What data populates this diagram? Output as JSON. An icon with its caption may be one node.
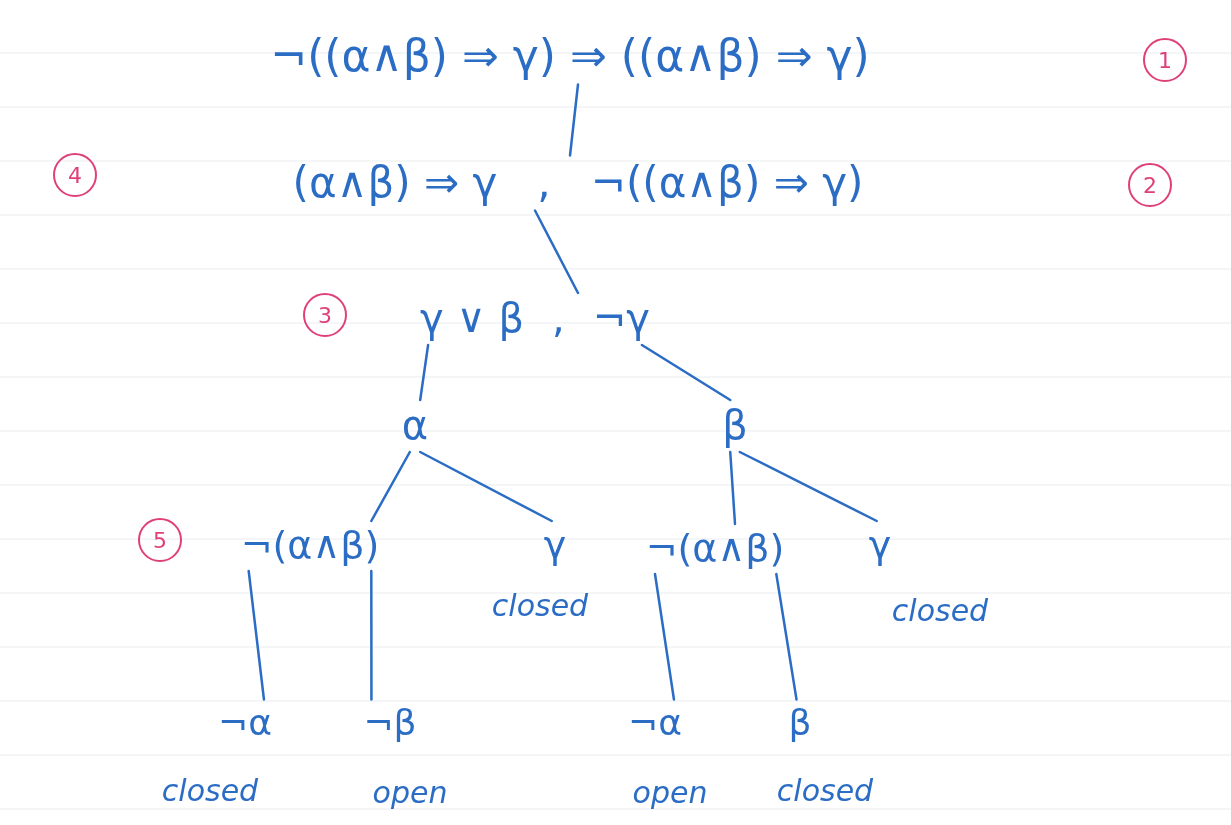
{
  "diagram": {
    "nodes": [
      {
        "text": [
          "¬((α∧β) ⇒ γ) ⇒ ((α∧β) ⇒ γ)"
        ]
      },
      {
        "text": [
          "(α∧β) ⇒ γ",
          ",",
          "¬((α∧β) ⇒ γ)"
        ]
      },
      {
        "text": [
          "γ ∨ β",
          ",",
          "¬γ"
        ]
      },
      {
        "text": [
          "α"
        ]
      },
      {
        "text": [
          "β"
        ]
      },
      {
        "text": [
          "¬(α∧β)"
        ],
        "beside": [
          "5"
        ]
      },
      {
        "text": [
          "γ"
        ],
        "beside": [
          "closed"
        ]
      },
      {
        "text": [
          "¬(α∧β)"
        ]
      },
      {
        "text": [
          "γ"
        ],
        "beside": [
          "closed"
        ]
      },
      {
        "text": [
          "¬α"
        ],
        "beside": [
          "closed"
        ]
      },
      {
        "text": [
          "¬β"
        ],
        "beside": [
          "open"
        ]
      },
      {
        "text": [
          "¬α"
        ],
        "beside": [
          "open"
        ]
      },
      {
        "text": [
          "β"
        ],
        "beside": [
          "closed"
        ]
      }
    ],
    "edges": [
      {
        "from": 0,
        "to": 1,
        "arrow": "none"
      },
      {
        "from": 1,
        "to": 2,
        "arrow": "none"
      },
      {
        "from": 2,
        "to": 3,
        "arrow": "none"
      },
      {
        "from": 2,
        "to": 4,
        "arrow": "none"
      },
      {
        "from": 3,
        "to": 5,
        "arrow": "none"
      },
      {
        "from": 3,
        "to": 6,
        "arrow": "none"
      },
      {
        "from": 4,
        "to": 7,
        "arrow": "none"
      },
      {
        "from": 4,
        "to": 8,
        "arrow": "none"
      },
      {
        "from": 5,
        "to": 9,
        "arrow": "none"
      },
      {
        "from": 5,
        "to": 10,
        "arrow": "none"
      },
      {
        "from": 7,
        "to": 11,
        "arrow": "none"
      },
      {
        "from": 7,
        "to": 12,
        "arrow": "none"
      }
    ],
    "labels": [
      "1",
      "4",
      "2",
      "3"
    ]
  }
}
